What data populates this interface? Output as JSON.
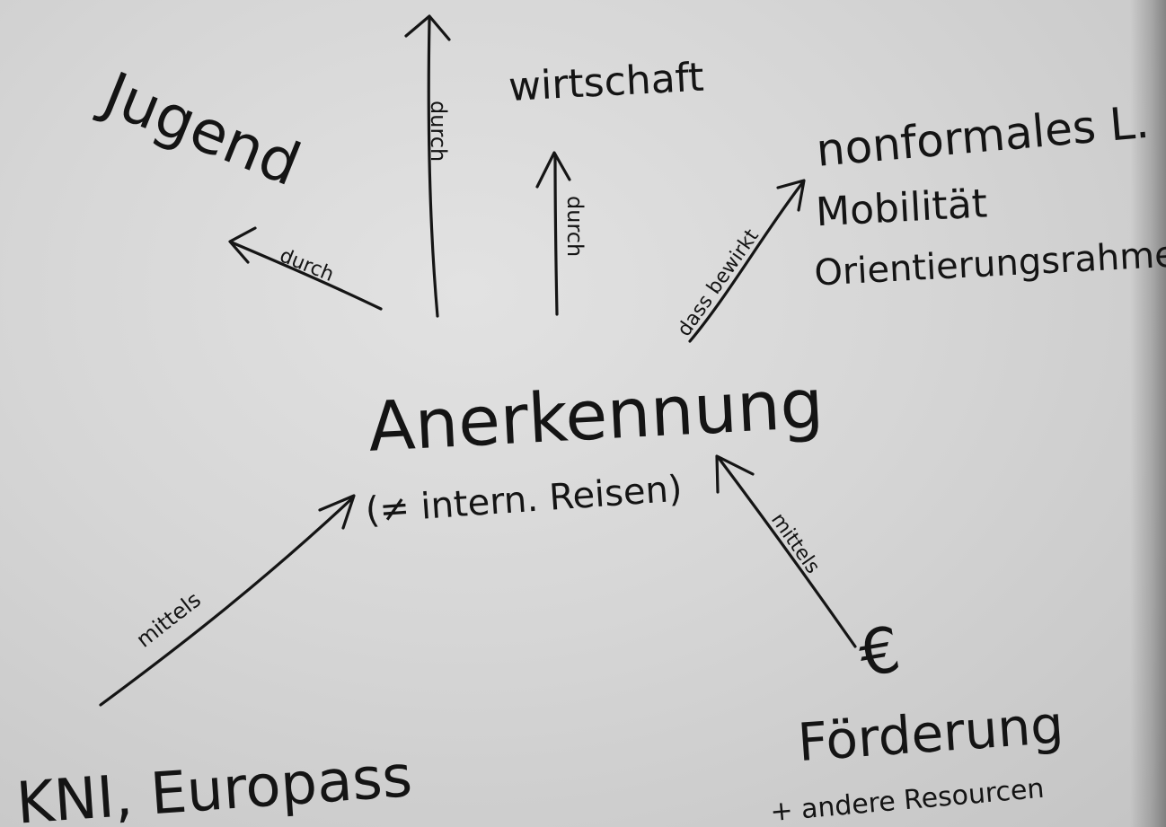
{
  "diagram": {
    "center": {
      "title": "Anerkennung",
      "subtitle": "(≠ intern. Reisen)"
    },
    "top_left_node": "Jugend",
    "top_node": "wirtschaft",
    "right_node": {
      "line1": "nonformales L.",
      "line2": "Mobilität",
      "line3": "Orientierungsrahmen"
    },
    "bottom_left_node": "KNI, Europass",
    "bottom_right_node": {
      "symbol": "€",
      "line1": "Förderung",
      "line2": "+ andere Resourcen"
    },
    "edge_labels": {
      "to_jugend": "durch",
      "up_left": "durch",
      "up_right": "durch",
      "to_right": "dass bewirkt",
      "from_bottom_left": "mittels",
      "from_bottom_right": "mittels"
    }
  }
}
